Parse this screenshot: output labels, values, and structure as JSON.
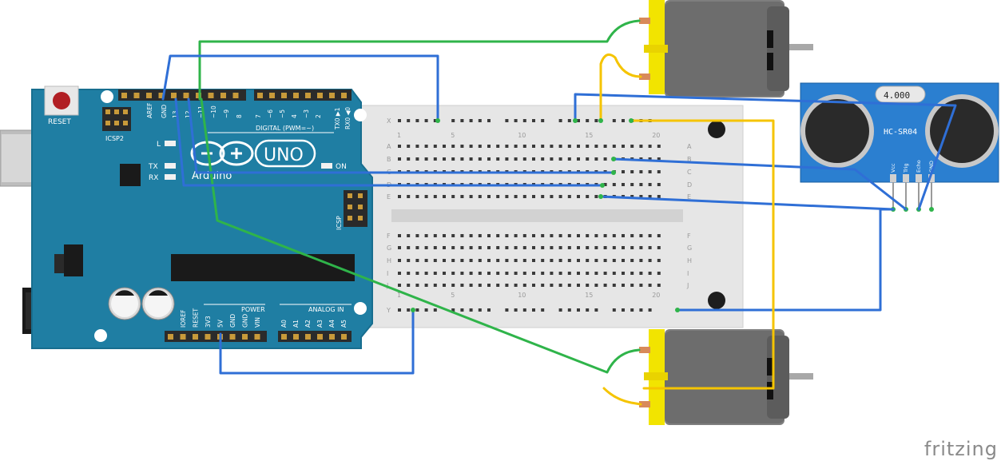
{
  "arduino": {
    "reset_label": "RESET",
    "icsp2_label": "ICSP2",
    "icsp_label": "ICSP",
    "aref_label": "AREF",
    "gnd_label": "GND",
    "digital_label": "DIGITAL (PWM=~)",
    "tx_label": "TX",
    "rx_label": "RX",
    "l_label": "L",
    "on_label": "ON",
    "uno_label": "UNO",
    "brand_label": "Arduino",
    "power_label": "POWER",
    "analog_label": "ANALOG IN",
    "txo_label": "TX0 ▶1",
    "rxo_label": "RX0 ◀0",
    "digital_pins": [
      "13",
      "12",
      "~11",
      "~10",
      "~9",
      "8",
      "7",
      "~6",
      "~5",
      "4",
      "~3",
      "2"
    ],
    "power_pins": [
      "IOREF",
      "RESET",
      "3V3",
      "5V",
      "GND",
      "GND",
      "VIN"
    ],
    "analog_pins": [
      "A0",
      "A1",
      "A2",
      "A3",
      "A4",
      "A5"
    ],
    "board_color": "#1f7ea3"
  },
  "breadboard": {
    "row_letters_left": [
      "X",
      "A",
      "B",
      "C",
      "D",
      "E",
      "F",
      "G",
      "H",
      "I",
      "J",
      "Y"
    ],
    "row_letters_right": [
      "A",
      "B",
      "C",
      "D",
      "E",
      "F",
      "G",
      "H",
      "I",
      "J"
    ],
    "column_numbers": [
      "1",
      "5",
      "10",
      "15",
      "20"
    ]
  },
  "sensor": {
    "model_label": "HC-SR04",
    "display_value": "4.000",
    "pin_labels": [
      "Vcc",
      "Trig",
      "Echo",
      "GND"
    ],
    "color": "#2b7fd0"
  },
  "wires": {
    "blue": "#2f6fd6",
    "green": "#2fb44a",
    "yellow": "#f5c400"
  },
  "footer": {
    "logo_text": "fritzing"
  }
}
